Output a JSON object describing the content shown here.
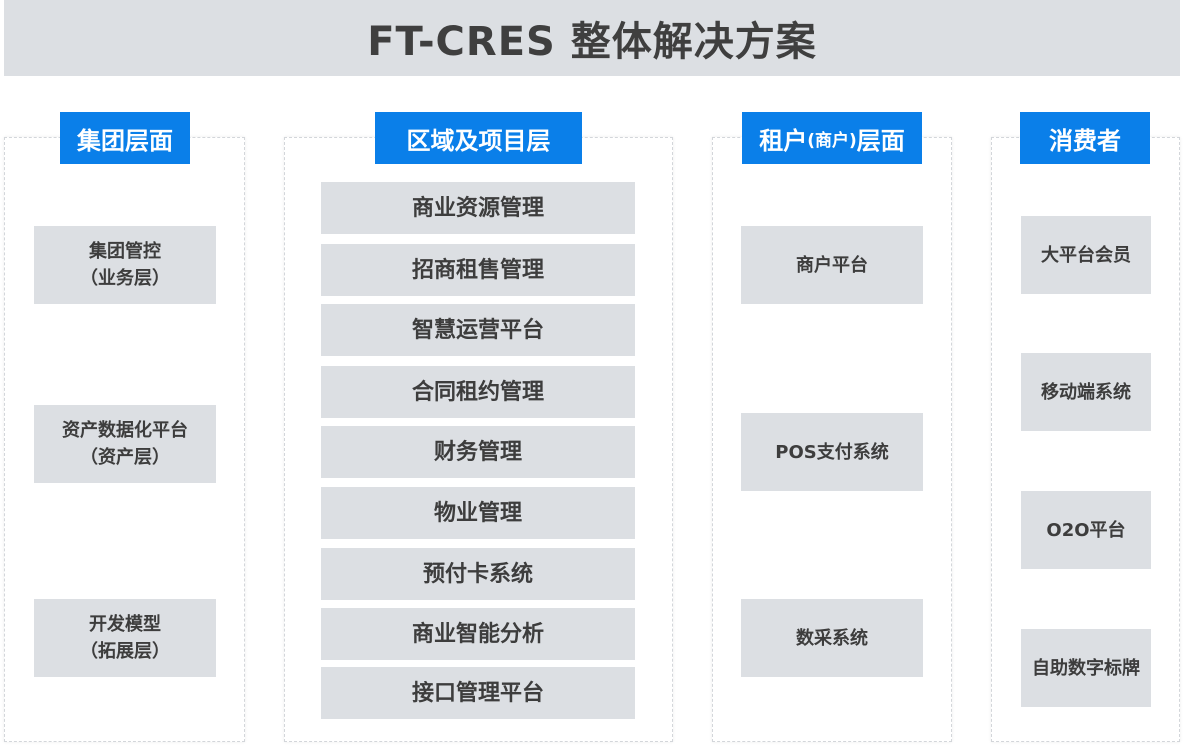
{
  "title": "FT-CRES 整体解决方案",
  "columns": {
    "group": {
      "header": "集团层面",
      "items": [
        {
          "line1": "集团管控",
          "line2": "（业务层）"
        },
        {
          "line1": "资产数据化平台",
          "line2": "（资产层）"
        },
        {
          "line1": "开发模型",
          "line2": "（拓展层）"
        }
      ]
    },
    "region": {
      "header": "区域及项目层",
      "items": [
        "商业资源管理",
        "招商租售管理",
        "智慧运营平台",
        "合同租约管理",
        "财务管理",
        "物业管理",
        "预付卡系统",
        "商业智能分析",
        "接口管理平台"
      ]
    },
    "tenant": {
      "header_main": "租户",
      "header_paren": "(商户)",
      "header_tail": "层面",
      "items": [
        "商户平台",
        "POS支付系统",
        "数采系统"
      ]
    },
    "consumer": {
      "header": "消费者",
      "items": [
        "大平台会员",
        "移动端系统",
        "O2O平台",
        "自助数字标牌"
      ]
    }
  }
}
